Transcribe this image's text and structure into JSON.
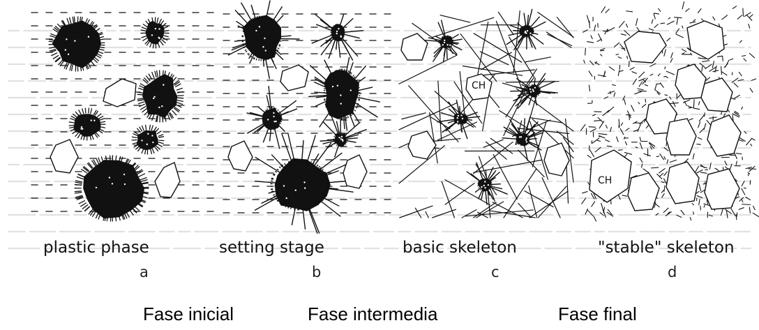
{
  "panels": [
    {
      "label": "plastic phase",
      "letter": "a"
    },
    {
      "label": "setting stage",
      "letter": "b"
    },
    {
      "label": "basic skeleton",
      "letter": "c"
    },
    {
      "label": "\"stable\" skeleton",
      "letter": "d"
    }
  ],
  "captions": [
    "Fase inicial",
    "Fase intermedia",
    "Fase final"
  ],
  "ch_label": "CH",
  "colors": {
    "ink": "#111111",
    "background": "#ffffff"
  }
}
